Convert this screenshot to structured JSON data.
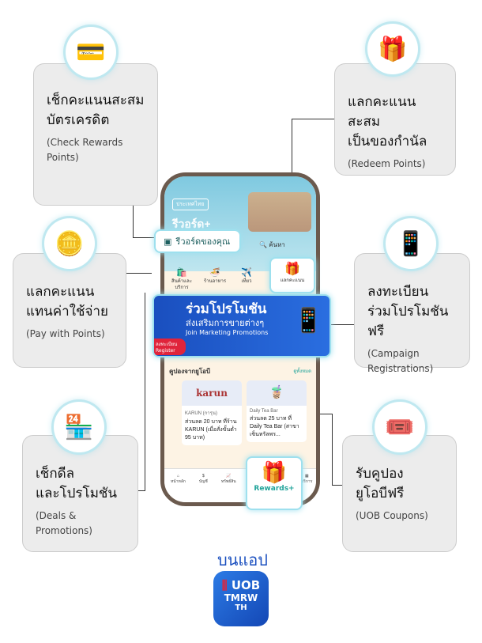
{
  "features": [
    {
      "th1": "เช็กคะแนนสะสม",
      "th2": "บัตรเครดิต",
      "en": "(Check Rewards Points)",
      "icon": "credit-card-rewards-icon"
    },
    {
      "th1": "แลกคะแนนสะสม",
      "th2": "เป็นของกำนัล",
      "en": "(Redeem Points)",
      "icon": "gift-redeem-icon"
    },
    {
      "th1": "แลกคะแนน",
      "th2": "แทนค่าใช้จ่าย",
      "en": "(Pay with Points)",
      "icon": "coin-pay-icon"
    },
    {
      "th1": "ลงทะเบียน",
      "th2": "ร่วมโปรโมชันฟรี",
      "en": "(Campaign Registrations)",
      "icon": "phone-registration-icon"
    },
    {
      "th1": "เช็กดีล",
      "th2": "และโปรโมชัน",
      "en": "(Deals & Promotions)",
      "icon": "shop-deals-icon"
    },
    {
      "th1": "รับคูปอง",
      "th2": "ยูโอบีฟรี",
      "en": "(UOB Coupons)",
      "icon": "coupon-icon"
    }
  ],
  "app": {
    "country": "ประเทศไทย",
    "title": "รีวอร์ด+",
    "your_rewards": "รีวอร์ดของคุณ",
    "search": "ค้นหา",
    "categories": [
      "สินค้าและบริการ",
      "ร้านอาหาร",
      "เที่ยว",
      "แลกคะแนน"
    ],
    "banner": {
      "title": "ร่วมโปรโมชัน",
      "subtitle": "ส่งเสริมการขายต่างๆ",
      "en": "Join Marketing Promotions",
      "register": "ลงทะเบียน Register"
    },
    "coupons_title": "คูปองจากยูโอบี",
    "see_all": "ดูทั้งหมด",
    "coupons": [
      {
        "brand": "KARUN (การุน)",
        "logo": "karun",
        "desc": "ส่วนลด 20 บาท ที่ร้าน KARUN (เมื่อสั่งขั้นต่ำ 95 บาท)"
      },
      {
        "brand": "Daily Tea Bar",
        "logo": "",
        "desc": "ส่วนลด 25 บาท ที่ Daily Tea Bar (สาขาเซ็นทรัลพร..."
      }
    ],
    "nav": [
      "หน้าหลัก",
      "บัญชี",
      "ทรัพย์สิน",
      "บริการ"
    ],
    "rewards_button": "Rewards+"
  },
  "footer": {
    "on_app": "บนแอป",
    "logo1": "UOB",
    "logo2": "TMRW",
    "logo3": "TH"
  },
  "colors": {
    "accent": "#1fa39a",
    "blue": "#1a4fbf",
    "line": "#333333"
  }
}
